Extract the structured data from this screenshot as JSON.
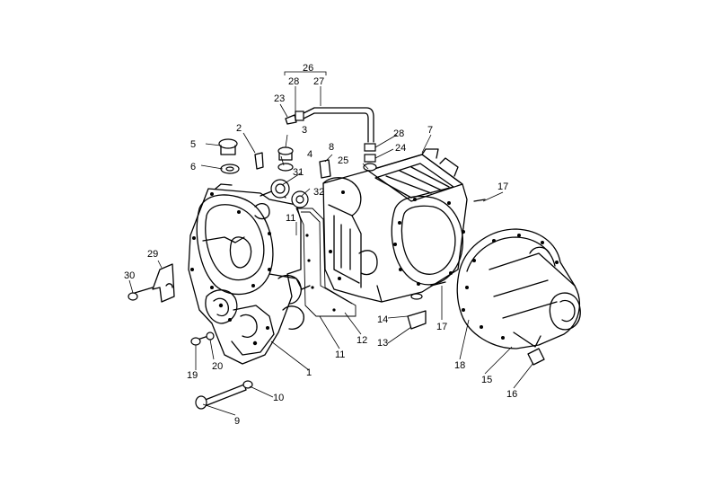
{
  "diagram": {
    "callouts": [
      "26",
      "28",
      "27",
      "23",
      "2",
      "3",
      "5",
      "4",
      "6",
      "8",
      "31",
      "32",
      "28",
      "24",
      "25",
      "7",
      "11",
      "17",
      "29",
      "30",
      "14",
      "17",
      "13",
      "12",
      "11",
      "20",
      "1",
      "19",
      "18",
      "15",
      "16",
      "10",
      "9"
    ]
  }
}
